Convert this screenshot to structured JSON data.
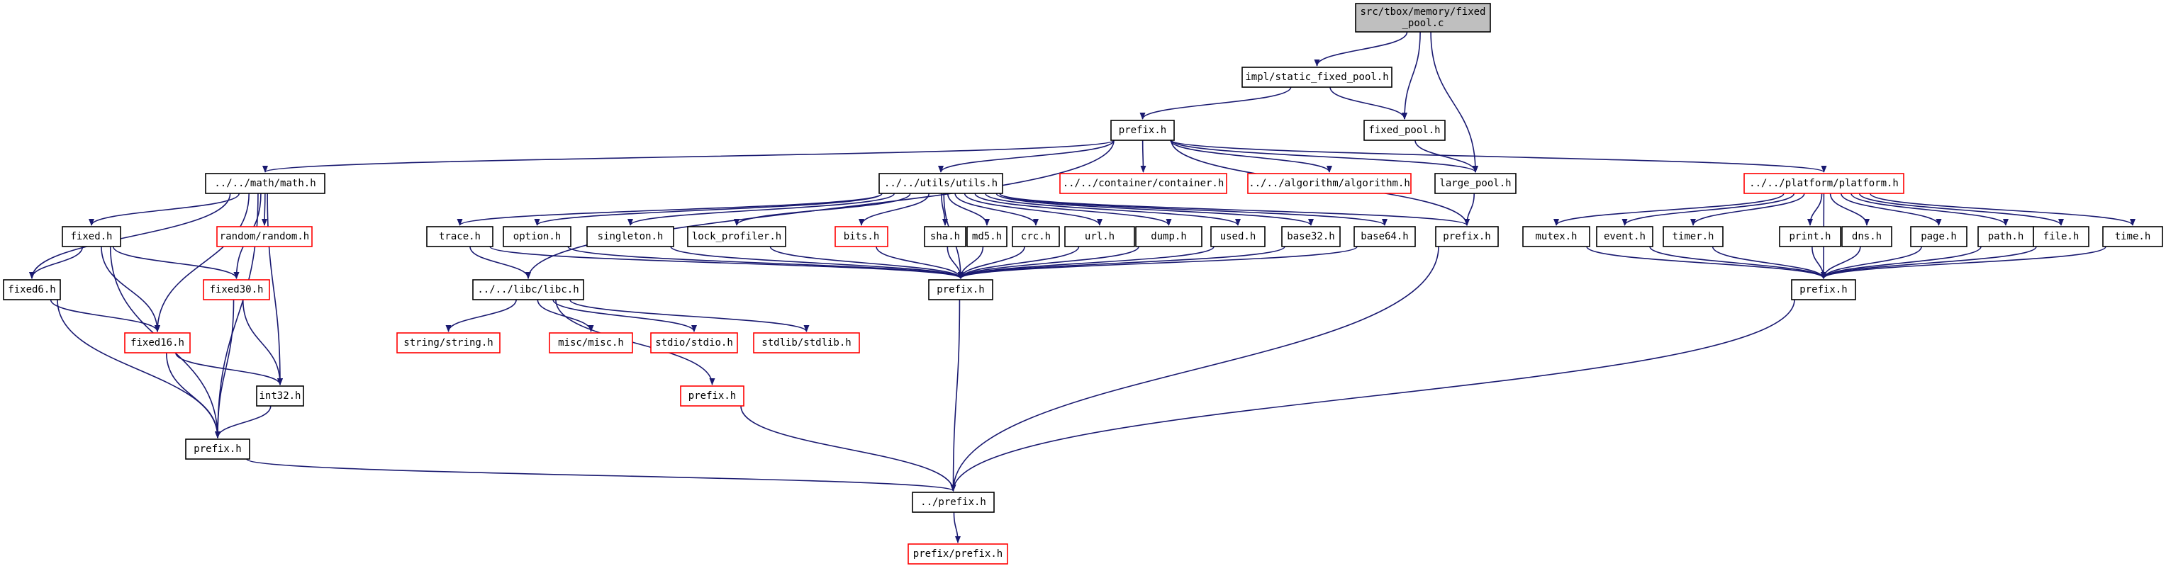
{
  "colors": {
    "edge": "#191970",
    "normal_border": "#000000",
    "missing_border": "#ff0000",
    "root_fill": "#bfbfbf",
    "fill": "#ffffff",
    "text": "#000000"
  },
  "nodes": [
    {
      "id": "root",
      "lines": [
        "src/tbox/memory/fixed",
        "_pool.c"
      ],
      "style": "root"
    },
    {
      "id": "static_fixed_pool",
      "lines": [
        "impl/static_fixed_pool.h"
      ],
      "style": "normal"
    },
    {
      "id": "fixed_pool",
      "lines": [
        "fixed_pool.h"
      ],
      "style": "normal"
    },
    {
      "id": "prefix_top",
      "lines": [
        "prefix.h"
      ],
      "style": "normal"
    },
    {
      "id": "large_pool",
      "lines": [
        "large_pool.h"
      ],
      "style": "normal"
    },
    {
      "id": "math",
      "lines": [
        "../../math/math.h"
      ],
      "style": "normal"
    },
    {
      "id": "utils",
      "lines": [
        "../../utils/utils.h"
      ],
      "style": "normal"
    },
    {
      "id": "container",
      "lines": [
        "../../container/container.h"
      ],
      "style": "missing"
    },
    {
      "id": "algorithm",
      "lines": [
        "../../algorithm/algorithm.h"
      ],
      "style": "missing"
    },
    {
      "id": "platform",
      "lines": [
        "../../platform/platform.h"
      ],
      "style": "missing"
    },
    {
      "id": "fixed",
      "lines": [
        "fixed.h"
      ],
      "style": "normal"
    },
    {
      "id": "random",
      "lines": [
        "random/random.h"
      ],
      "style": "missing"
    },
    {
      "id": "fixed6",
      "lines": [
        "fixed6.h"
      ],
      "style": "normal"
    },
    {
      "id": "fixed30",
      "lines": [
        "fixed30.h"
      ],
      "style": "missing"
    },
    {
      "id": "fixed16",
      "lines": [
        "fixed16.h"
      ],
      "style": "missing"
    },
    {
      "id": "int32",
      "lines": [
        "int32.h"
      ],
      "style": "normal"
    },
    {
      "id": "prefix_math",
      "lines": [
        "prefix.h"
      ],
      "style": "normal"
    },
    {
      "id": "trace",
      "lines": [
        "trace.h"
      ],
      "style": "normal"
    },
    {
      "id": "option",
      "lines": [
        "option.h"
      ],
      "style": "normal"
    },
    {
      "id": "singleton",
      "lines": [
        "singleton.h"
      ],
      "style": "normal"
    },
    {
      "id": "lock_profiler",
      "lines": [
        "lock_profiler.h"
      ],
      "style": "normal"
    },
    {
      "id": "bits",
      "lines": [
        "bits.h"
      ],
      "style": "missing"
    },
    {
      "id": "sha",
      "lines": [
        "sha.h"
      ],
      "style": "normal"
    },
    {
      "id": "md5",
      "lines": [
        "md5.h"
      ],
      "style": "normal"
    },
    {
      "id": "crc",
      "lines": [
        "crc.h"
      ],
      "style": "normal"
    },
    {
      "id": "url",
      "lines": [
        "url.h"
      ],
      "style": "normal"
    },
    {
      "id": "dump",
      "lines": [
        "dump.h"
      ],
      "style": "normal"
    },
    {
      "id": "used",
      "lines": [
        "used.h"
      ],
      "style": "normal"
    },
    {
      "id": "base32",
      "lines": [
        "base32.h"
      ],
      "style": "normal"
    },
    {
      "id": "base64",
      "lines": [
        "base64.h"
      ],
      "style": "normal"
    },
    {
      "id": "prefix_mem",
      "lines": [
        "prefix.h"
      ],
      "style": "normal"
    },
    {
      "id": "libc",
      "lines": [
        "../../libc/libc.h"
      ],
      "style": "normal"
    },
    {
      "id": "prefix_utils",
      "lines": [
        "prefix.h"
      ],
      "style": "normal"
    },
    {
      "id": "string",
      "lines": [
        "string/string.h"
      ],
      "style": "missing"
    },
    {
      "id": "misc",
      "lines": [
        "misc/misc.h"
      ],
      "style": "missing"
    },
    {
      "id": "stdio",
      "lines": [
        "stdio/stdio.h"
      ],
      "style": "missing"
    },
    {
      "id": "stdlib",
      "lines": [
        "stdlib/stdlib.h"
      ],
      "style": "missing"
    },
    {
      "id": "prefix_libc",
      "lines": [
        "prefix.h"
      ],
      "style": "missing"
    },
    {
      "id": "prefix_root",
      "lines": [
        "../prefix.h"
      ],
      "style": "normal"
    },
    {
      "id": "prefix_prefix",
      "lines": [
        "prefix/prefix.h"
      ],
      "style": "missing"
    },
    {
      "id": "mutex",
      "lines": [
        "mutex.h"
      ],
      "style": "normal"
    },
    {
      "id": "event",
      "lines": [
        "event.h"
      ],
      "style": "normal"
    },
    {
      "id": "timer",
      "lines": [
        "timer.h"
      ],
      "style": "normal"
    },
    {
      "id": "print",
      "lines": [
        "print.h"
      ],
      "style": "normal"
    },
    {
      "id": "dns",
      "lines": [
        "dns.h"
      ],
      "style": "normal"
    },
    {
      "id": "page",
      "lines": [
        "page.h"
      ],
      "style": "normal"
    },
    {
      "id": "path",
      "lines": [
        "path.h"
      ],
      "style": "normal"
    },
    {
      "id": "file",
      "lines": [
        "file.h"
      ],
      "style": "normal"
    },
    {
      "id": "time",
      "lines": [
        "time.h"
      ],
      "style": "normal"
    },
    {
      "id": "prefix_platform",
      "lines": [
        "prefix.h"
      ],
      "style": "normal"
    }
  ],
  "edges": [
    [
      "root",
      "static_fixed_pool"
    ],
    [
      "root",
      "fixed_pool"
    ],
    [
      "root",
      "large_pool"
    ],
    [
      "static_fixed_pool",
      "prefix_top"
    ],
    [
      "static_fixed_pool",
      "fixed_pool"
    ],
    [
      "fixed_pool",
      "large_pool"
    ],
    [
      "prefix_top",
      "math"
    ],
    [
      "prefix_top",
      "utils"
    ],
    [
      "prefix_top",
      "container"
    ],
    [
      "prefix_top",
      "algorithm"
    ],
    [
      "prefix_top",
      "platform"
    ],
    [
      "prefix_top",
      "large_pool"
    ],
    [
      "prefix_top",
      "prefix_mem"
    ],
    [
      "prefix_top",
      "libc"
    ],
    [
      "large_pool",
      "prefix_mem"
    ],
    [
      "prefix_mem",
      "prefix_root"
    ],
    [
      "math",
      "fixed"
    ],
    [
      "math",
      "random"
    ],
    [
      "math",
      "fixed6"
    ],
    [
      "math",
      "fixed30"
    ],
    [
      "math",
      "fixed16"
    ],
    [
      "math",
      "int32"
    ],
    [
      "math",
      "prefix_math"
    ],
    [
      "fixed",
      "fixed6"
    ],
    [
      "fixed",
      "fixed30"
    ],
    [
      "fixed",
      "fixed16"
    ],
    [
      "fixed",
      "prefix_math"
    ],
    [
      "fixed6",
      "fixed16"
    ],
    [
      "fixed6",
      "prefix_math"
    ],
    [
      "fixed30",
      "int32"
    ],
    [
      "fixed30",
      "prefix_math"
    ],
    [
      "fixed16",
      "int32"
    ],
    [
      "fixed16",
      "prefix_math"
    ],
    [
      "int32",
      "prefix_math"
    ],
    [
      "prefix_math",
      "prefix_root"
    ],
    [
      "utils",
      "trace"
    ],
    [
      "utils",
      "option"
    ],
    [
      "utils",
      "singleton"
    ],
    [
      "utils",
      "lock_profiler"
    ],
    [
      "utils",
      "bits"
    ],
    [
      "utils",
      "sha"
    ],
    [
      "utils",
      "md5"
    ],
    [
      "utils",
      "crc"
    ],
    [
      "utils",
      "url"
    ],
    [
      "utils",
      "dump"
    ],
    [
      "utils",
      "used"
    ],
    [
      "utils",
      "base32"
    ],
    [
      "utils",
      "base64"
    ],
    [
      "utils",
      "prefix_utils"
    ],
    [
      "utils",
      "prefix_mem"
    ],
    [
      "trace",
      "libc"
    ],
    [
      "trace",
      "prefix_utils"
    ],
    [
      "option",
      "prefix_utils"
    ],
    [
      "singleton",
      "prefix_utils"
    ],
    [
      "lock_profiler",
      "prefix_utils"
    ],
    [
      "bits",
      "prefix_utils"
    ],
    [
      "sha",
      "prefix_utils"
    ],
    [
      "md5",
      "prefix_utils"
    ],
    [
      "crc",
      "prefix_utils"
    ],
    [
      "url",
      "prefix_utils"
    ],
    [
      "dump",
      "prefix_utils"
    ],
    [
      "used",
      "prefix_utils"
    ],
    [
      "base32",
      "prefix_utils"
    ],
    [
      "base64",
      "prefix_utils"
    ],
    [
      "prefix_utils",
      "prefix_root"
    ],
    [
      "libc",
      "string"
    ],
    [
      "libc",
      "misc"
    ],
    [
      "libc",
      "stdio"
    ],
    [
      "libc",
      "stdlib"
    ],
    [
      "libc",
      "prefix_libc"
    ],
    [
      "prefix_libc",
      "prefix_root"
    ],
    [
      "prefix_root",
      "prefix_prefix"
    ],
    [
      "platform",
      "mutex"
    ],
    [
      "platform",
      "event"
    ],
    [
      "platform",
      "timer"
    ],
    [
      "platform",
      "print"
    ],
    [
      "platform",
      "dns"
    ],
    [
      "platform",
      "page"
    ],
    [
      "platform",
      "path"
    ],
    [
      "platform",
      "file"
    ],
    [
      "platform",
      "time"
    ],
    [
      "platform",
      "prefix_platform"
    ],
    [
      "mutex",
      "prefix_platform"
    ],
    [
      "event",
      "prefix_platform"
    ],
    [
      "timer",
      "prefix_platform"
    ],
    [
      "print",
      "prefix_platform"
    ],
    [
      "dns",
      "prefix_platform"
    ],
    [
      "page",
      "prefix_platform"
    ],
    [
      "path",
      "prefix_platform"
    ],
    [
      "file",
      "prefix_platform"
    ],
    [
      "time",
      "prefix_platform"
    ],
    [
      "prefix_platform",
      "prefix_root"
    ]
  ]
}
